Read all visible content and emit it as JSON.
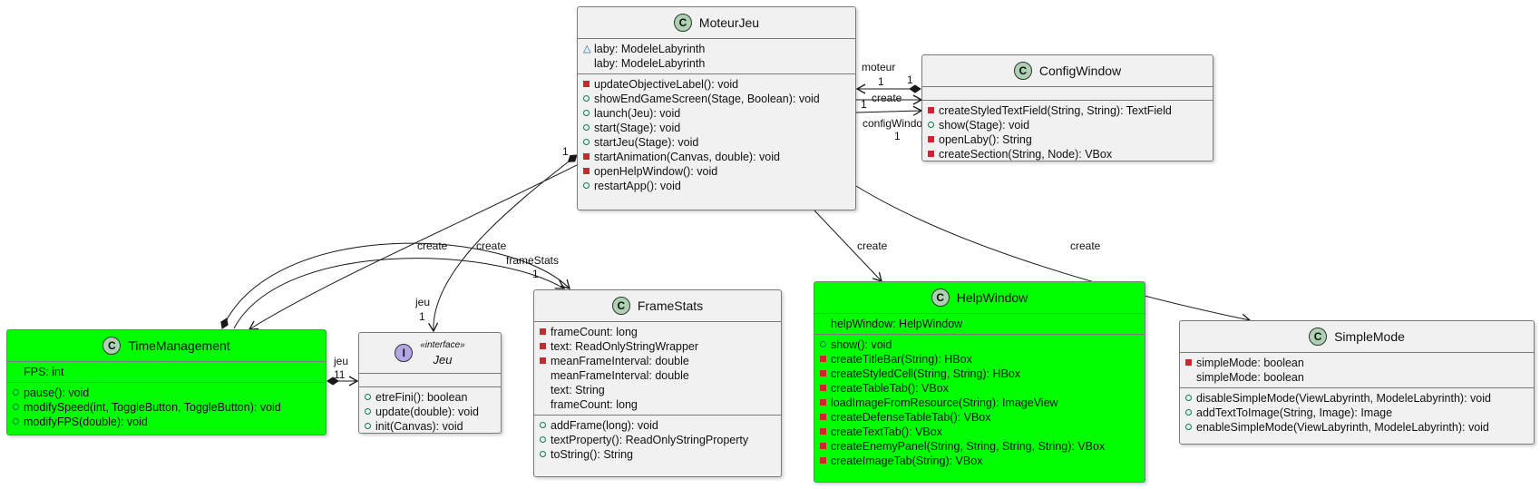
{
  "classes": {
    "moteurjeu": {
      "name": "MoteurJeu",
      "fields": [
        {
          "vis": "pkg",
          "text": "laby: ModeleLabyrinth"
        },
        {
          "vis": "none",
          "text": "laby: ModeleLabyrinth"
        }
      ],
      "methods": [
        {
          "vis": "priv",
          "text": "updateObjectiveLabel(): void"
        },
        {
          "vis": "pub",
          "text": "showEndGameScreen(Stage, Boolean): void"
        },
        {
          "vis": "pub",
          "text": "launch(Jeu): void"
        },
        {
          "vis": "pub",
          "text": "start(Stage): void"
        },
        {
          "vis": "pub",
          "text": "startJeu(Stage): void"
        },
        {
          "vis": "priv",
          "text": "startAnimation(Canvas, double): void"
        },
        {
          "vis": "priv",
          "text": "openHelpWindow(): void"
        },
        {
          "vis": "pub",
          "text": "restartApp(): void"
        }
      ]
    },
    "configwindow": {
      "name": "ConfigWindow",
      "fields": [],
      "methods": [
        {
          "vis": "priv",
          "text": "createStyledTextField(String, String): TextField"
        },
        {
          "vis": "pub",
          "text": "show(Stage): void"
        },
        {
          "vis": "priv",
          "text": "openLaby(): String"
        },
        {
          "vis": "priv",
          "text": "createSection(String, Node): VBox"
        }
      ]
    },
    "timemanagement": {
      "name": "TimeManagement",
      "fields": [
        {
          "vis": "none",
          "text": "FPS: int"
        }
      ],
      "methods": [
        {
          "vis": "pub",
          "text": "pause(): void"
        },
        {
          "vis": "pub",
          "text": "modifySpeed(int, ToggleButton, ToggleButton): void"
        },
        {
          "vis": "pub",
          "text": "modifyFPS(double): void"
        }
      ]
    },
    "jeu": {
      "name": "Jeu",
      "stereotype": "«interface»",
      "fields": [],
      "methods": [
        {
          "vis": "pub",
          "text": "etreFini(): boolean"
        },
        {
          "vis": "pub",
          "text": "update(double): void"
        },
        {
          "vis": "pub",
          "text": "init(Canvas): void"
        }
      ]
    },
    "framestats": {
      "name": "FrameStats",
      "fields": [
        {
          "vis": "priv",
          "text": "frameCount: long"
        },
        {
          "vis": "priv",
          "text": "text: ReadOnlyStringWrapper"
        },
        {
          "vis": "priv",
          "text": "meanFrameInterval: double"
        },
        {
          "vis": "none",
          "text": "meanFrameInterval: double"
        },
        {
          "vis": "none",
          "text": "text: String"
        },
        {
          "vis": "none",
          "text": "frameCount: long"
        }
      ],
      "methods": [
        {
          "vis": "pub",
          "text": "addFrame(long): void"
        },
        {
          "vis": "pub",
          "text": "textProperty(): ReadOnlyStringProperty"
        },
        {
          "vis": "pub",
          "text": "toString(): String"
        }
      ]
    },
    "helpwindow": {
      "name": "HelpWindow",
      "fields": [
        {
          "vis": "none",
          "text": "helpWindow: HelpWindow"
        }
      ],
      "methods": [
        {
          "vis": "pub",
          "text": "show(): void"
        },
        {
          "vis": "priv",
          "text": "createTitleBar(String): HBox"
        },
        {
          "vis": "priv",
          "text": "createStyledCell(String, String): HBox"
        },
        {
          "vis": "priv",
          "text": "createTableTab(): VBox"
        },
        {
          "vis": "priv",
          "text": "loadImageFromResource(String): ImageView"
        },
        {
          "vis": "priv",
          "text": "createDefenseTableTab(): VBox"
        },
        {
          "vis": "priv",
          "text": "createTextTab(): VBox"
        },
        {
          "vis": "priv",
          "text": "createEnemyPanel(String, String, String, String): VBox"
        },
        {
          "vis": "priv",
          "text": "createImageTab(String): VBox"
        }
      ]
    },
    "simplemode": {
      "name": "SimpleMode",
      "fields": [
        {
          "vis": "priv",
          "text": "simpleMode: boolean"
        },
        {
          "vis": "none",
          "text": "simpleMode: boolean"
        }
      ],
      "methods": [
        {
          "vis": "pub",
          "text": "disableSimpleMode(ViewLabyrinth, ModeleLabyrinth): void"
        },
        {
          "vis": "pub",
          "text": "addTextToImage(String, Image): Image"
        },
        {
          "vis": "pub",
          "text": "enableSimpleMode(ViewLabyrinth, ModeleLabyrinth): void"
        }
      ]
    }
  },
  "edge_labels": {
    "moteur": "moteur",
    "moteur_mult_left": "1",
    "moteur_mult_right": "1",
    "create_config": "create",
    "create_config_mult": "1",
    "configwindow_role": "configWindow",
    "configwindow_mult": "1",
    "create_help": "create",
    "create_simple": "create",
    "create_tm_1": "create",
    "create_tm_2": "create",
    "framestats_role": "frameStats",
    "framestats_mult": "1",
    "jeu_role": "jeu",
    "jeu_mult": "1",
    "moteur_jeu_mult": "1",
    "tm_mult": "1",
    "tm_jeu_role": "jeu",
    "tm_jeu_mult": "11"
  },
  "colors": {
    "highlight": "#00ff00",
    "class_bg": "#f1f1f1",
    "badge_class": "#add1b2",
    "badge_interface": "#b4a7e5",
    "public": "#038048",
    "private": "#c82930",
    "package": "#1963a0"
  },
  "icons": {
    "class_badge": "C",
    "interface_badge": "I"
  }
}
